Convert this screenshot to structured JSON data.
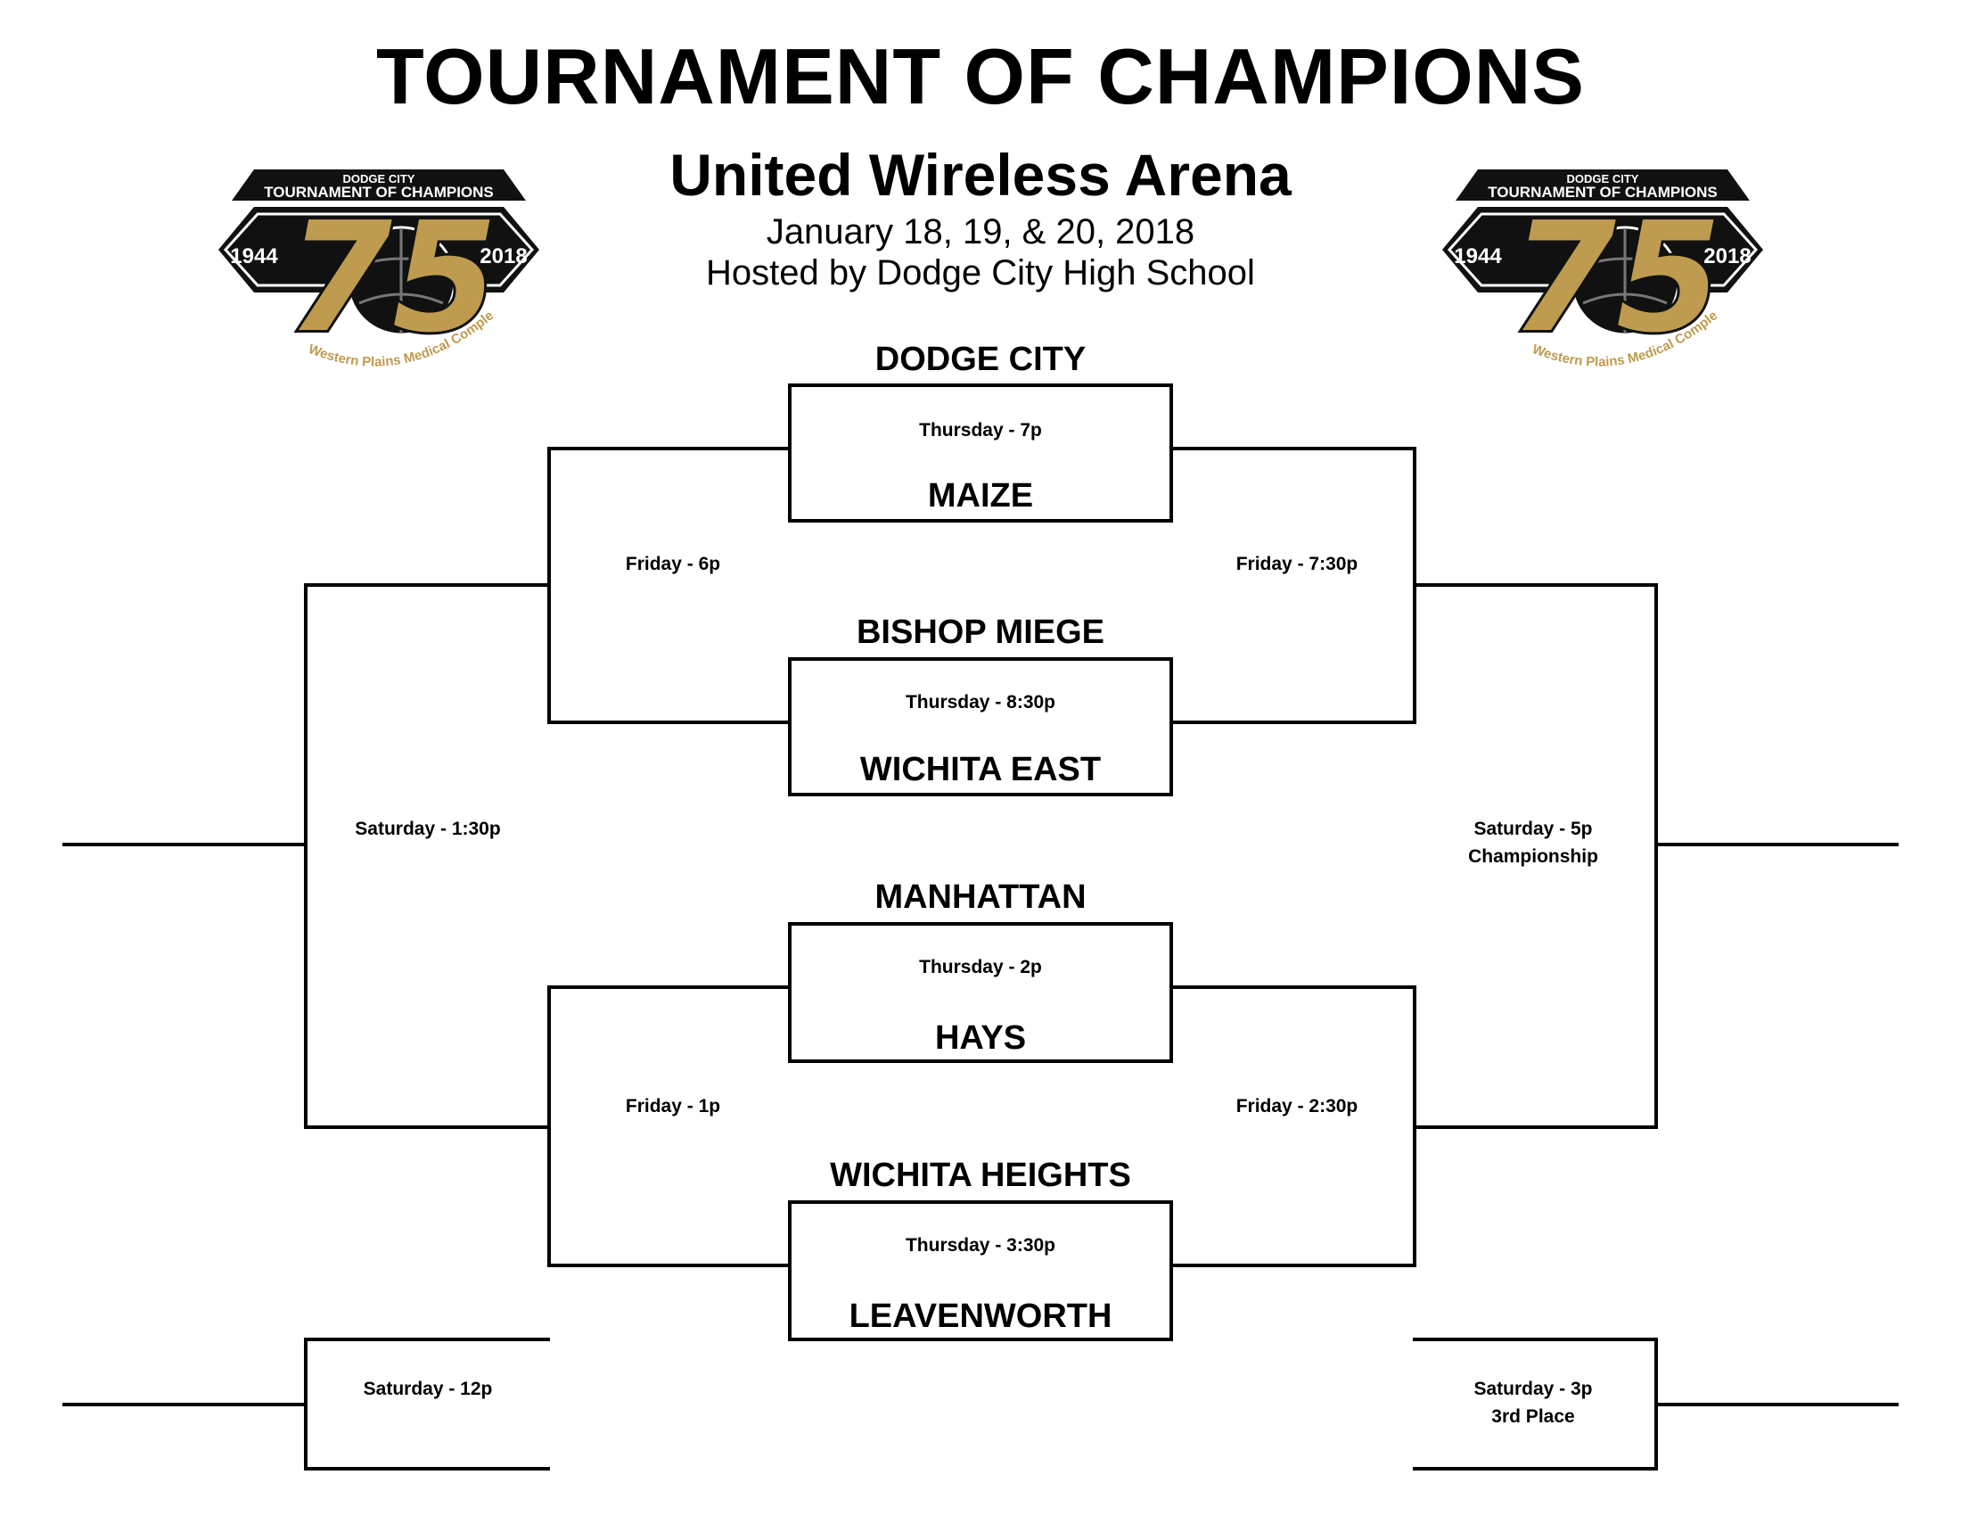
{
  "header": {
    "title": "TOURNAMENT OF CHAMPIONS",
    "arena": "United Wireless Arena",
    "dates": "January 18, 19, & 20, 2018",
    "host": "Hosted by Dodge City High School"
  },
  "logo": {
    "top_text": "DODGE CITY",
    "banner_text": "TOURNAMENT OF CHAMPIONS",
    "number": "75",
    "year_left": "1944",
    "year_right": "2018",
    "sponsor": "Western Plains Medical Complex",
    "colors": {
      "gold": "#BE9B4F",
      "black": "#111111",
      "white": "#ffffff"
    }
  },
  "teams": {
    "t1": "DODGE CITY",
    "t2": "MAIZE",
    "t3": "BISHOP MIEGE",
    "t4": "WICHITA EAST",
    "t5": "MANHATTAN",
    "t6": "HAYS",
    "t7": "WICHITA HEIGHTS",
    "t8": "LEAVENWORTH"
  },
  "games": {
    "g1": "Thursday - 7p",
    "g2": "Thursday - 8:30p",
    "g3": "Thursday - 2p",
    "g4": "Thursday - 3:30p",
    "friday_6p": "Friday - 6p",
    "friday_730p": "Friday - 7:30p",
    "friday_1p": "Friday - 1p",
    "friday_230p": "Friday - 2:30p",
    "sat_130p": "Saturday - 1:30p",
    "sat_5p": "Saturday - 5p",
    "championship": "Championship",
    "sat_12p": "Saturday - 12p",
    "sat_3p": "Saturday - 3p",
    "third_place": "3rd Place"
  }
}
